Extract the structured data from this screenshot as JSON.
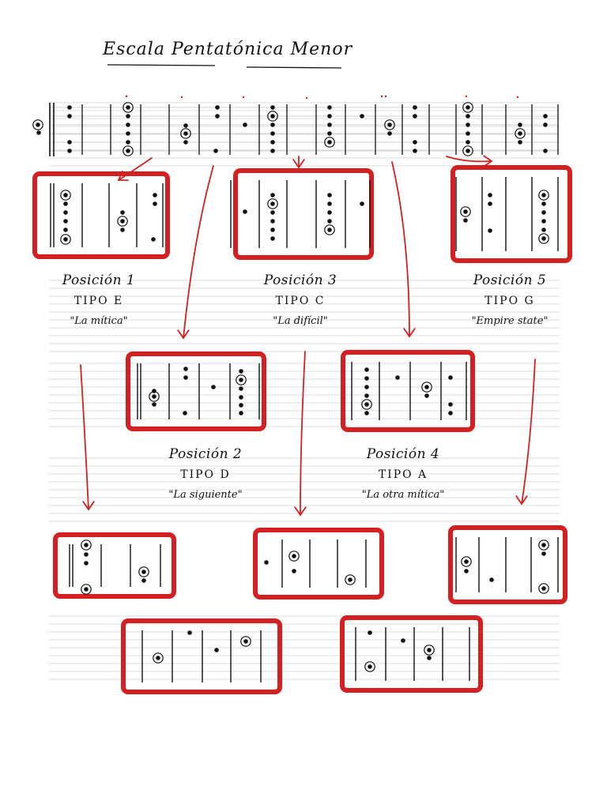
{
  "title": "Escala Pentatónica Menor",
  "colors": {
    "accent": "#d42020",
    "ink": "#111111",
    "rule": "#dcdcdc"
  },
  "positions": [
    {
      "label": "Posición 1",
      "tipo": "TIPO E",
      "nick": "\"La mítica\""
    },
    {
      "label": "Posición 3",
      "tipo": "TIPO C",
      "nick": "\"La difícil\""
    },
    {
      "label": "Posición 5",
      "tipo": "TIPO G",
      "nick": "\"Empire state\""
    },
    {
      "label": "Posición 2",
      "tipo": "TIPO D",
      "nick": "\"La siguiente\""
    },
    {
      "label": "Posición 4",
      "tipo": "TIPO A",
      "nick": "\"La otra mítica\""
    }
  ]
}
